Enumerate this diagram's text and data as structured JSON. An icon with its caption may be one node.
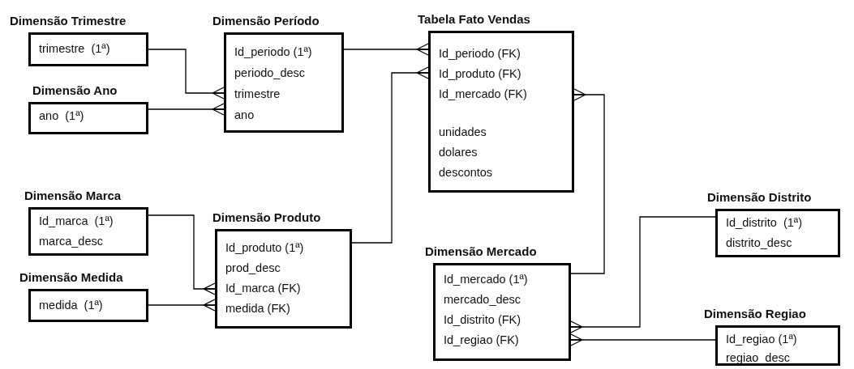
{
  "diagram": {
    "nodes": [
      {
        "text": [
          "Dimensão Trimestre",
          "trimestre  (1ª)"
        ]
      },
      {
        "text": [
          "Dimensão Período",
          "Id_periodo (1ª)",
          "periodo_desc",
          "trimestre",
          "ano"
        ]
      },
      {
        "text": [
          "Tabela Fato Vendas",
          "Id_periodo (FK)",
          "Id_produto (FK)",
          "Id_mercado (FK)",
          "unidades",
          "dolares",
          "descontos"
        ]
      },
      {
        "text": [
          "Dimensão Ano",
          "ano  (1ª)"
        ]
      },
      {
        "text": [
          "Dimensão Marca",
          "Id_marca  (1ª)",
          "marca_desc"
        ]
      },
      {
        "text": [
          "Dimensão Produto",
          "Id_produto (1ª)",
          "prod_desc",
          "Id_marca (FK)",
          "medida (FK)"
        ]
      },
      {
        "text": [
          "Dimensão Distrito",
          "Id_distrito  (1ª)",
          "distrito_desc"
        ]
      },
      {
        "text": [
          "Dimensão Mercado",
          "Id_mercado (1ª)",
          "mercado_desc",
          "Id_distrito (FK)",
          "Id_regiao (FK)"
        ]
      },
      {
        "text": [
          "Dimensão Medida",
          "medida  (1ª)"
        ]
      },
      {
        "text": [
          "Dimensão Regiao",
          "Id_regiao (1ª)",
          "regiao_desc"
        ]
      }
    ],
    "edges": [
      {
        "from": 0,
        "to": 1,
        "arrow": "other"
      },
      {
        "from": 3,
        "to": 1,
        "arrow": "other"
      },
      {
        "from": 1,
        "to": 2,
        "arrow": "other"
      },
      {
        "from": 5,
        "to": 2,
        "arrow": "other"
      },
      {
        "from": 7,
        "to": 2,
        "arrow": "other"
      },
      {
        "from": 4,
        "to": 5,
        "arrow": "other"
      },
      {
        "from": 8,
        "to": 5,
        "arrow": "other"
      },
      {
        "from": 6,
        "to": 7,
        "arrow": "other"
      },
      {
        "from": 9,
        "to": 7,
        "arrow": "other"
      }
    ]
  }
}
